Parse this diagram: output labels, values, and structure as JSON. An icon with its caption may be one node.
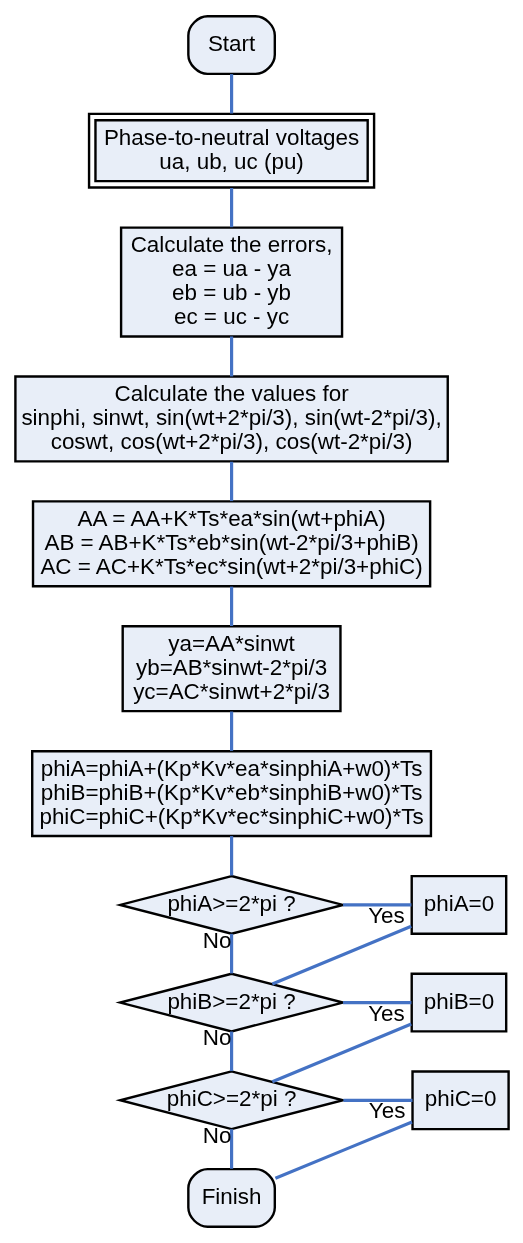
{
  "diagram": {
    "nodes": [
      {
        "text": [
          "Start"
        ]
      },
      {
        "text": [
          "Phase-to-neutral voltages",
          "ua, ub, uc (pu)"
        ]
      },
      {
        "text": [
          "Calculate the errors,",
          "ea = ua - ya",
          "eb = ub - yb",
          "ec = uc - yc"
        ]
      },
      {
        "text": [
          "Calculate the values for",
          "sinphi, sinwt, sin(wt+2*pi/3), sin(wt-2*pi/3), coswt, cos(wt+2*pi/3), cos(wt-2*pi/3)"
        ]
      },
      {
        "text": [
          "AA = AA+K*Ts*ea*sin(wt+phiA)",
          "AB = AB+K*Ts*eb*sin(wt-2*pi/3+phiB)",
          "AC = AC+K*Ts*ec*sin(wt+2*pi/3+phiC)"
        ]
      },
      {
        "text": [
          "ya=AA*sinwt",
          "yb=AB*sinwt-2*pi/3",
          "yc=AC*sinwt+2*pi/3"
        ]
      },
      {
        "text": [
          "phiA=phiA+(Kp*Kv*ea*sinphiA+w0)*Ts",
          "phiB=phiB+(Kp*Kv*eb*sinphiB+w0)*Ts",
          "phiC=phiC+(Kp*Kv*ec*sinphiC+w0)*Ts"
        ]
      },
      {
        "text": [
          "phiA>=2*pi ?"
        ]
      },
      {
        "text": [
          "phiA=0"
        ]
      },
      {
        "text": [
          "phiB>=2*pi ?"
        ]
      },
      {
        "text": [
          "phiB=0"
        ]
      },
      {
        "text": [
          "phiC>=2*pi ?"
        ]
      },
      {
        "text": [
          "phiC=0"
        ]
      },
      {
        "text": [
          "Finish"
        ]
      }
    ],
    "edges": [
      {
        "from": 0,
        "to": 1,
        "arrow": "none"
      },
      {
        "from": 1,
        "to": 2,
        "arrow": "none"
      },
      {
        "from": 2,
        "to": 3,
        "arrow": "none"
      },
      {
        "from": 3,
        "to": 4,
        "arrow": "none"
      },
      {
        "from": 4,
        "to": 5,
        "arrow": "none"
      },
      {
        "from": 5,
        "to": 6,
        "arrow": "none"
      },
      {
        "from": 6,
        "to": 7,
        "arrow": "none"
      },
      {
        "from": 7,
        "to": 8,
        "label": "Yes",
        "arrow": "none"
      },
      {
        "from": 7,
        "to": 9,
        "label": "No",
        "arrow": "none"
      },
      {
        "from": 8,
        "to": 9,
        "arrow": "none"
      },
      {
        "from": 9,
        "to": 10,
        "label": "Yes",
        "arrow": "none"
      },
      {
        "from": 9,
        "to": 11,
        "label": "No",
        "arrow": "none"
      },
      {
        "from": 10,
        "to": 11,
        "arrow": "none"
      },
      {
        "from": 11,
        "to": 12,
        "label": "Yes",
        "arrow": "none"
      },
      {
        "from": 11,
        "to": 13,
        "label": "No",
        "arrow": "none"
      },
      {
        "from": 12,
        "to": 13,
        "arrow": "none"
      }
    ]
  }
}
